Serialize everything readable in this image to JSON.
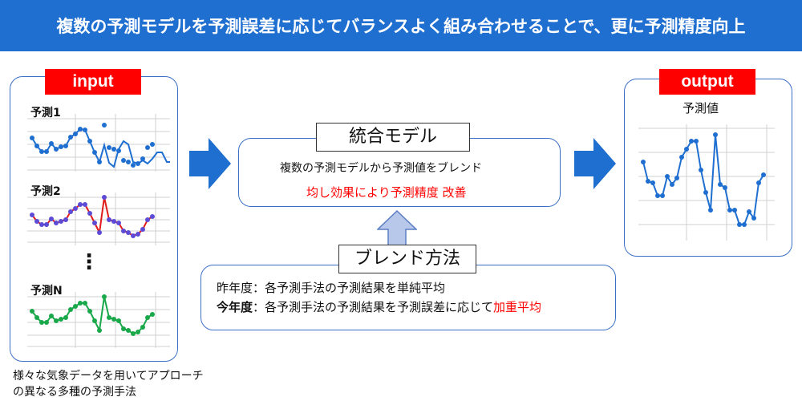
{
  "header": {
    "title": "複数の予測モデルを予測誤差に応じてバランスよく組み合わせることで、更に予測精度向上"
  },
  "input": {
    "tag": "input",
    "charts": [
      {
        "label": "予測1",
        "color": "#1f6fd1"
      },
      {
        "label": "予測2",
        "color": "#e21b1b"
      },
      {
        "label": "予測N",
        "color": "#19a84a"
      }
    ],
    "ellipsis": "⋮",
    "caption_line1": "様々な気象データを用いてアプローチ",
    "caption_line2": "の異なる多種の予測手法"
  },
  "model": {
    "title": "統合モデル",
    "line1": "複数の予測モデルから予測値をブレンド",
    "line2": "均し効果により予測精度 改善"
  },
  "blend": {
    "title": "ブレンド方法",
    "prev_label": "昨年度",
    "prev_text": "：各予測手法の予測結果を単純平均",
    "curr_label": "今年度",
    "curr_text": "：各予測手法の予測結果を予測誤差に応じて",
    "curr_highlight": "加重平均"
  },
  "output": {
    "tag": "output",
    "label": "予測値",
    "color": "#1f6fd1"
  },
  "colors": {
    "accent": "#1f6fd1",
    "tag_red": "#ff0000",
    "panel_border": "#3b6fc7"
  }
}
